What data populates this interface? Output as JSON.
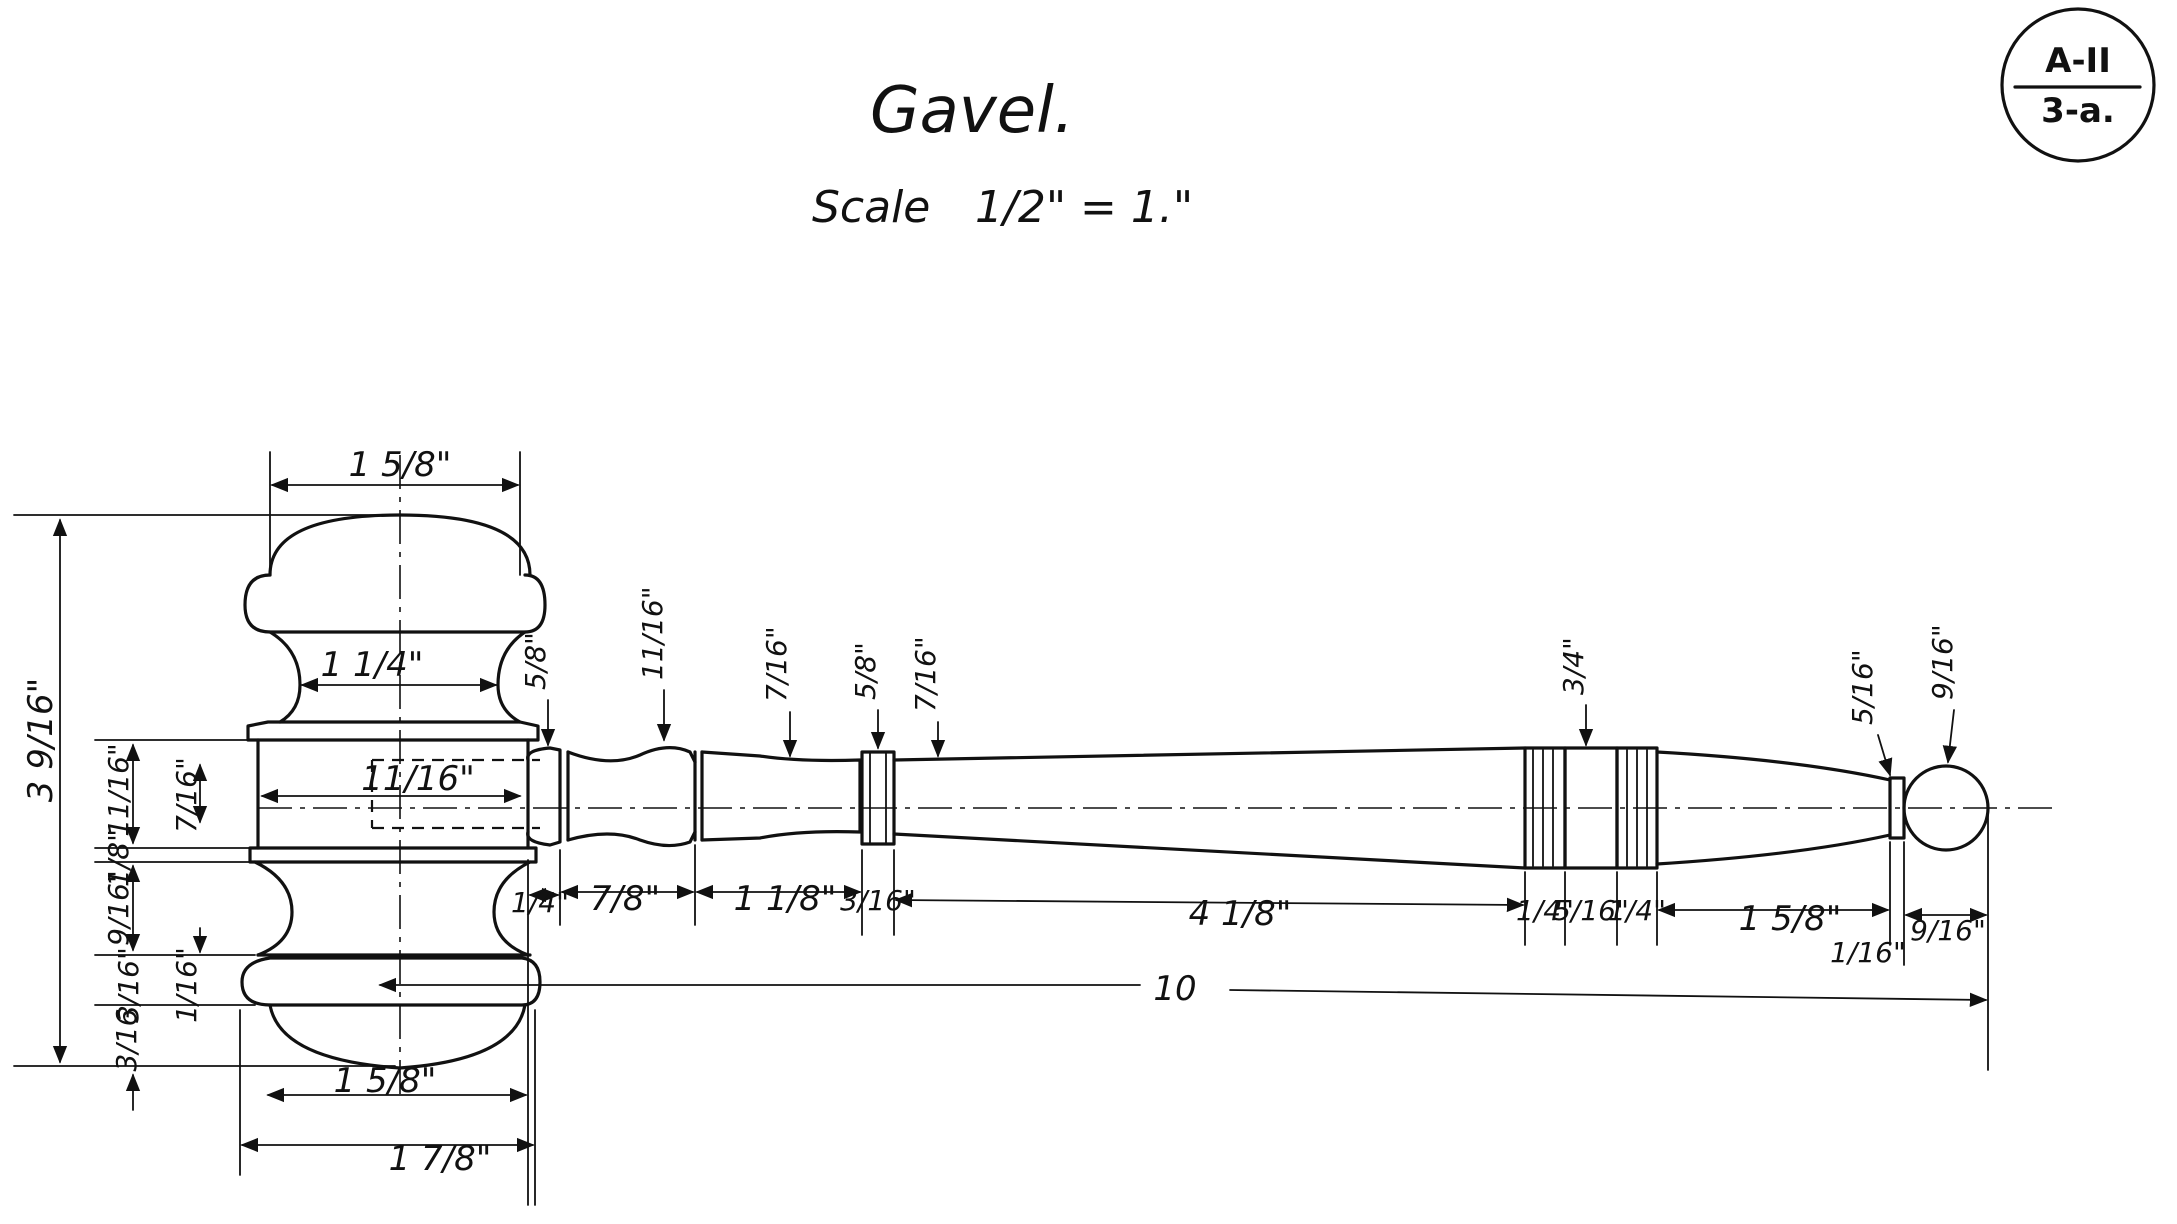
{
  "title": "Gavel.",
  "scale_label": "Scale",
  "scale_value": "1/2\" = 1.\"",
  "sheet_ref": {
    "top": "A-II",
    "bottom": "3-a."
  },
  "dimensions": {
    "head_top_width": "1 5/8\"",
    "neck_width": "1 1/4\"",
    "bore_diameter": "11/16\"",
    "head_bottom_width": "1 5/8\"",
    "head_overall_width": "1 7/8\"",
    "head_overall_height": "3 9/16\"",
    "collar_diameter": "5/8\"",
    "handle_bulb": "11/16\"",
    "handle_taper": "7/16\"",
    "ring_outer": "5/8\"",
    "ring_inner": "7/16\"",
    "grip_band": "3/4\"",
    "tip_neck": "5/16\"",
    "ball_diameter": "9/16\"",
    "v_band_top": "11/16\"",
    "v_band_inner": "7/16\"",
    "v_step_1": "1/8\"",
    "v_step_2": "9/16\"",
    "v_step_3": "3/16\"",
    "v_step_4": "1/16\"",
    "v_step_5": "3/16",
    "len_collar": "1/4\"",
    "len_bulb": "7/8\"",
    "len_neck": "1 1/8\"",
    "len_ring": "3/16\"",
    "len_shaft": "4 1/8\"",
    "len_band_a": "1/4\"",
    "len_band_b": "5/16\"",
    "len_band_c": "1/4\"",
    "len_taper": "1 5/8\"",
    "len_tip_neck": "1/16\"",
    "len_ball": "9/16\"",
    "overall_length": "10"
  }
}
